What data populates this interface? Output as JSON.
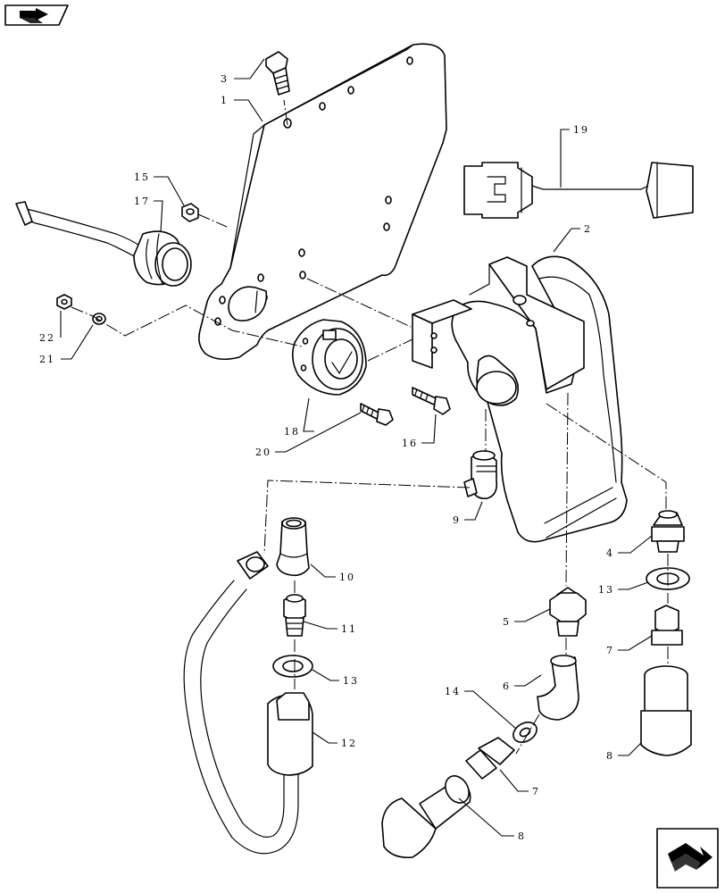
{
  "nav": {
    "top_icon": "book-arrow-icon",
    "bottom_icon": "next-page-arrow-icon"
  },
  "callouts": [
    {
      "id": "c1",
      "label": "1"
    },
    {
      "id": "c2",
      "label": "2"
    },
    {
      "id": "c3",
      "label": "3"
    },
    {
      "id": "c4",
      "label": "4"
    },
    {
      "id": "c5",
      "label": "5"
    },
    {
      "id": "c6",
      "label": "6"
    },
    {
      "id": "c7a",
      "label": "7"
    },
    {
      "id": "c7b",
      "label": "7"
    },
    {
      "id": "c8a",
      "label": "8"
    },
    {
      "id": "c8b",
      "label": "8"
    },
    {
      "id": "c9",
      "label": "9"
    },
    {
      "id": "c10",
      "label": "10"
    },
    {
      "id": "c11",
      "label": "11"
    },
    {
      "id": "c12",
      "label": "12"
    },
    {
      "id": "c13a",
      "label": "13"
    },
    {
      "id": "c13b",
      "label": "13"
    },
    {
      "id": "c14",
      "label": "14"
    },
    {
      "id": "c15",
      "label": "15"
    },
    {
      "id": "c16",
      "label": "16"
    },
    {
      "id": "c17",
      "label": "17"
    },
    {
      "id": "c18",
      "label": "18"
    },
    {
      "id": "c19",
      "label": "19"
    },
    {
      "id": "c20",
      "label": "20"
    },
    {
      "id": "c21",
      "label": "21"
    },
    {
      "id": "c22",
      "label": "22"
    }
  ]
}
